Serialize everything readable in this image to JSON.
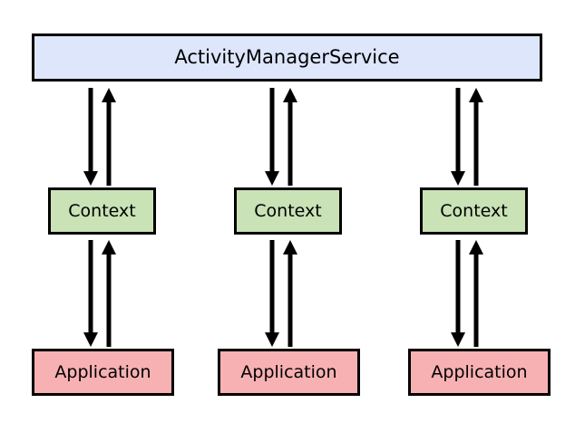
{
  "diagram": {
    "title": "ActivityManagerService",
    "background_color": "#ffffff",
    "border_color": "#000000",
    "service": {
      "label": "ActivityManagerService",
      "fill_color": "#dde6fb"
    },
    "columns": [
      {
        "context": {
          "label": "Context",
          "fill_color": "#c9e2b6"
        },
        "application": {
          "label": "Application",
          "fill_color": "#f7b1b3"
        }
      },
      {
        "context": {
          "label": "Context",
          "fill_color": "#c9e2b6"
        },
        "application": {
          "label": "Application",
          "fill_color": "#f7b1b3"
        }
      },
      {
        "context": {
          "label": "Context",
          "fill_color": "#c9e2b6"
        },
        "application": {
          "label": "Application",
          "fill_color": "#f7b1b3"
        }
      }
    ],
    "connectors": {
      "service_to_context": "bidirectional",
      "context_to_application": "bidirectional",
      "arrow_color": "#000000"
    }
  }
}
